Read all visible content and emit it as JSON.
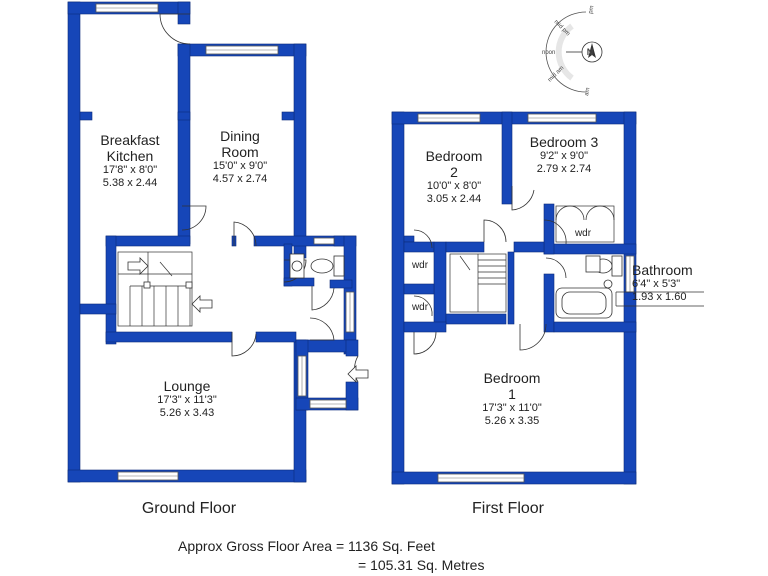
{
  "rooms": {
    "breakfast_kitchen": {
      "name_1": "Breakfast",
      "name_2": "Kitchen",
      "dim_imperial": "17'8\" x 8'0\"",
      "dim_metric": "5.38 x 2.44"
    },
    "dining_room": {
      "name_1": "Dining",
      "name_2": "Room",
      "dim_imperial": "15'0\" x 9'0\"",
      "dim_metric": "4.57 x 2.74"
    },
    "lounge": {
      "name": "Lounge",
      "dim_imperial": "17'3\" x 11'3\"",
      "dim_metric": "5.26 x 3.43"
    },
    "bedroom_2": {
      "name_1": "Bedroom",
      "name_2": "2",
      "dim_imperial": "10'0\" x 8'0\"",
      "dim_metric": "3.05 x 2.44"
    },
    "bedroom_3": {
      "name": "Bedroom 3",
      "dim_imperial": "9'2\" x 9'0\"",
      "dim_metric": "2.79 x 2.74"
    },
    "bathroom": {
      "name": "Bathroom",
      "dim_imperial": "6'4\" x 5'3\"",
      "dim_metric": "1.93 x 1.60"
    },
    "bedroom_1": {
      "name_1": "Bedroom",
      "name_2": "1",
      "dim_imperial": "17'3\" x 11'0\"",
      "dim_metric": "5.26 x 3.35"
    }
  },
  "wardrobes": {
    "wdr_1": "wdr",
    "wdr_2": "wdr",
    "wdr_3": "wdr"
  },
  "floors": {
    "ground": "Ground Floor",
    "first": "First Floor"
  },
  "area": {
    "line_1": "Approx Gross Floor Area  =  1136  Sq. Feet",
    "line_2": "=  105.31  Sq. Metres"
  },
  "compass": {
    "north": "N",
    "t1": "mid pm",
    "t2": "pm",
    "t3": "noon",
    "t4": "mid am",
    "t5": "am"
  },
  "colors": {
    "wall": "#1646b8",
    "background": "#ffffff"
  }
}
